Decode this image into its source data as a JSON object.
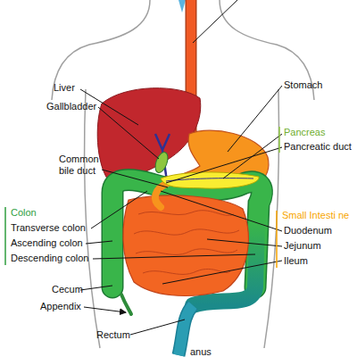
{
  "diagram": {
    "labels": [
      "Liver",
      "Gallbladder",
      "Common bile duct",
      "Stomach",
      "Pancreas",
      "Pancreatic duct",
      "Colon",
      "Transverse colon",
      "Small Intesti ne",
      "Ascending colon",
      "Duodenum",
      "Descending colon",
      "Jejunum",
      "Ileum",
      "Cecum",
      "Appendix",
      "Rectum",
      "anus"
    ]
  }
}
